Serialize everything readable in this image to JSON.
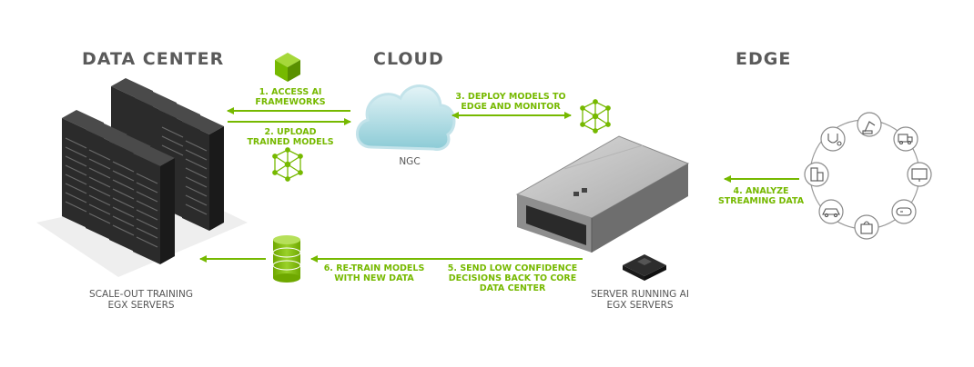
{
  "sections": {
    "data_center": "DATA CENTER",
    "cloud": "CLOUD",
    "edge": "EDGE"
  },
  "steps": {
    "s1": [
      "1. ACCESS AI",
      "FRAMEWORKS"
    ],
    "s2": [
      "2. UPLOAD",
      "TRAINED MODELS"
    ],
    "s3": [
      "3. DEPLOY MODELS TO",
      "EDGE AND MONITOR"
    ],
    "s4": [
      "4. ANALYZE",
      "STREAMING DATA"
    ],
    "s5": [
      "5. SEND LOW CONFIDENCE",
      "DECISIONS BACK TO CORE",
      "DATA CENTER"
    ],
    "s6": [
      "6. RE-TRAIN MODELS",
      "WITH NEW DATA"
    ]
  },
  "captions": {
    "ngc": "NGC",
    "data_center": [
      "SCALE-OUT TRAINING",
      "EGX SERVERS"
    ],
    "edge_server": [
      "SERVER RUNNING AI",
      "EGX SERVERS"
    ]
  },
  "edge_devices": [
    "stethoscope-icon",
    "robot-arm-icon",
    "truck-icon",
    "monitor-icon",
    "gamepad-icon",
    "shopping-bag-icon",
    "car-icon",
    "building-icon"
  ],
  "colors": {
    "accent": "#76b900",
    "title": "#5a5a5a",
    "cloud": "#9fd3dc"
  }
}
